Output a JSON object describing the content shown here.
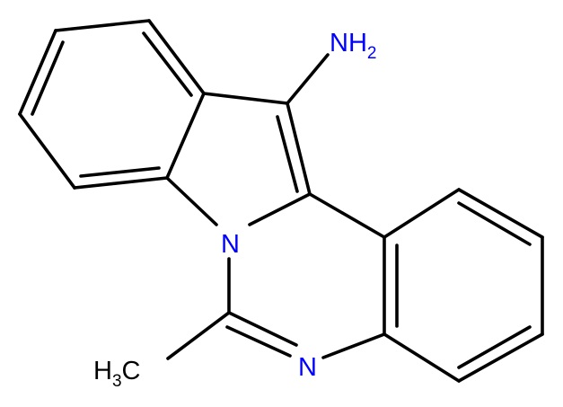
{
  "molecule": {
    "colors": {
      "bond": "#000000",
      "carbon_label": "#000000",
      "nitrogen": "#0000ff",
      "background": "#ffffff"
    },
    "labels": {
      "amine": {
        "main": "NH",
        "sub": "2"
      },
      "ring_n_indole": {
        "main": "N"
      },
      "ring_n_quinazoline": {
        "main": "N"
      },
      "methyl": {
        "main": "H",
        "sub": "3",
        "tail": "C"
      }
    }
  }
}
